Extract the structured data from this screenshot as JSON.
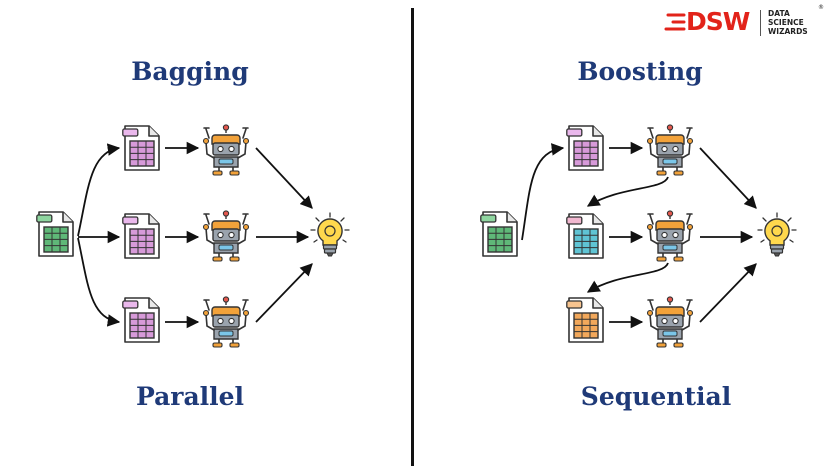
{
  "left_panel": {
    "title": "Bagging",
    "caption": "Parallel"
  },
  "right_panel": {
    "title": "Boosting",
    "caption": "Sequential"
  },
  "logo": {
    "mark": "DSW",
    "tagline": [
      "DATA",
      "SCIENCE",
      "WIZARDS"
    ],
    "registered": "®"
  },
  "colors": {
    "title": "#1f3a78",
    "logo_red": "#e2231a",
    "doc_green": "#5fb878",
    "doc_pink": "#d79ad9",
    "doc_cyan": "#5fc4d4",
    "doc_orange": "#f2a85b",
    "robot_body": "#9aa3ad",
    "robot_orange": "#f2a23a",
    "bulb": "#ffd84d"
  },
  "icons": [
    "spreadsheet-icon",
    "robot-icon",
    "lightbulb-icon",
    "arrow"
  ]
}
